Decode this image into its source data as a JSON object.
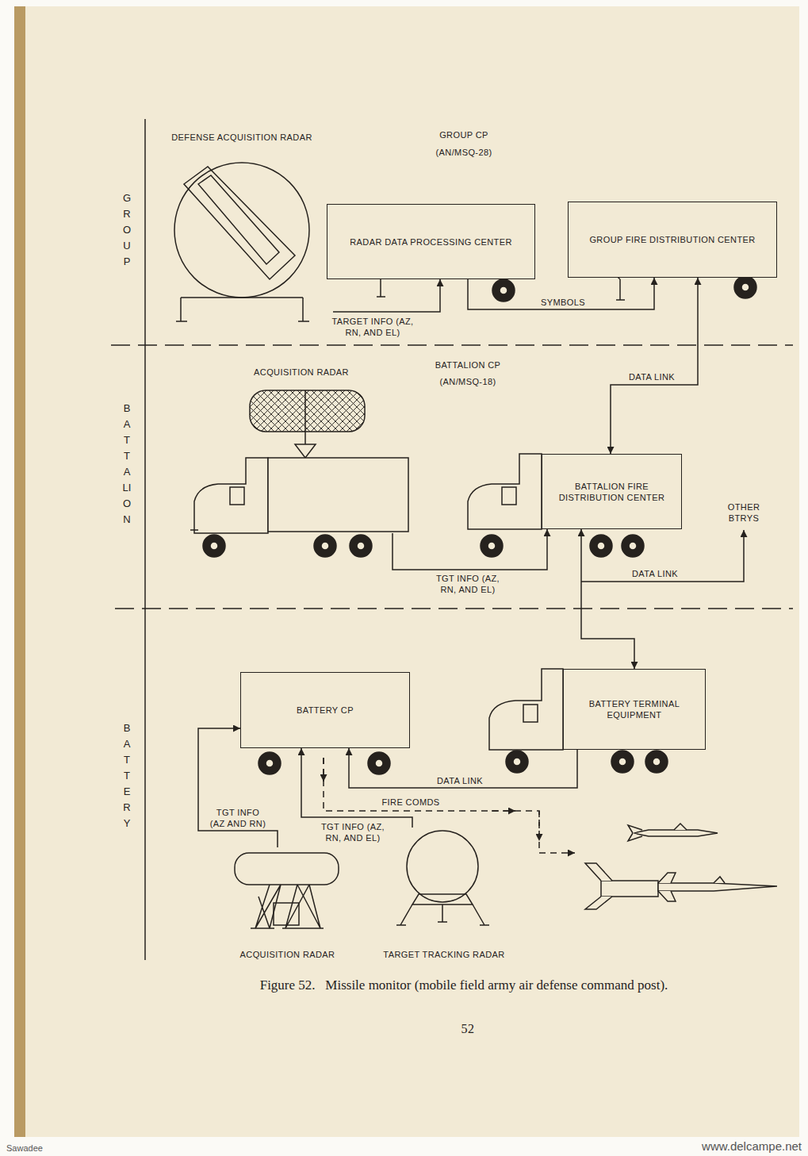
{
  "diagram": {
    "caption": "Figure 52.   Missile monitor (mobile field army air defense command post).",
    "nodes": [
      {
        "text": [
          "DEFENSE ACQUISITION RADAR"
        ]
      },
      {
        "text": [
          "RADAR DATA PROCESSING CENTER"
        ]
      },
      {
        "text": [
          "GROUP FIRE DISTRIBUTION CENTER"
        ]
      },
      {
        "text": [
          "ACQUISITION RADAR"
        ]
      },
      {
        "text": [
          "BATTALION FIRE DISTRIBUTION CENTER"
        ]
      },
      {
        "text": [
          "BATTERY CP"
        ]
      },
      {
        "text": [
          "BATTERY TERMINAL EQUIPMENT"
        ]
      },
      {
        "text": [
          "ACQUISITION RADAR"
        ]
      },
      {
        "text": [
          "TARGET TRACKING RADAR"
        ]
      }
    ],
    "edges": [
      {
        "from": 0,
        "to": 1,
        "arrow": "to",
        "label": "TARGET INFO (AZ, RN, AND EL)"
      },
      {
        "from": 1,
        "to": 2,
        "arrow": "to",
        "label": "SYMBOLS"
      },
      {
        "from": 2,
        "to": 4,
        "arrow": "both",
        "label": "DATA LINK"
      },
      {
        "from": 3,
        "to": 4,
        "arrow": "to",
        "label": "TGT INFO (AZ, RN, AND EL)"
      },
      {
        "from": 4,
        "to": 6,
        "arrow": "both"
      },
      {
        "from": 6,
        "to": 5,
        "arrow": "to",
        "label": "DATA LINK"
      },
      {
        "from": 7,
        "to": 5,
        "arrow": "to",
        "label": "TGT INFO (AZ AND RN)"
      },
      {
        "from": 8,
        "to": 5,
        "arrow": "to",
        "label": "TGT INFO (AZ, RN, AND EL)"
      }
    ],
    "labels": [
      "GROUP CP",
      "(AN/MSQ-28)",
      "BATTALION CP",
      "(AN/MSQ-18)",
      "GROUP",
      "BATTALION",
      "BATTERY",
      "DATA LINK",
      "OTHER BTRYS",
      "FIRE COMDS",
      "52",
      "Sawadee",
      "www.delcampe.net"
    ]
  }
}
